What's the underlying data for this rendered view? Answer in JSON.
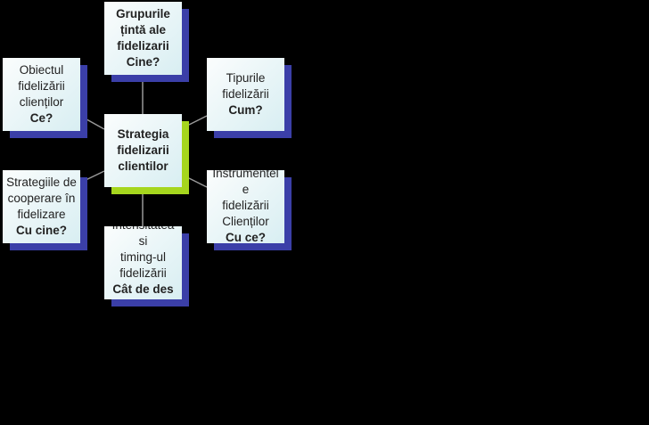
{
  "center": {
    "lines": [
      "Strategia",
      "fidelizarii",
      "clientilor"
    ]
  },
  "top": {
    "lines": [
      "Grupurile",
      "țintă ale",
      "fidelizarii"
    ],
    "question": "Cine?"
  },
  "left_top": {
    "lines": [
      "Obiectul",
      "fidelizării",
      "clienților"
    ],
    "question": "Ce?"
  },
  "right_top": {
    "lines": [
      "Tipurile",
      "fidelizării"
    ],
    "question": "Cum?"
  },
  "left_bottom": {
    "lines": [
      "Strategiile de",
      "cooperare în",
      "fidelizare"
    ],
    "question": "Cu cine?"
  },
  "right_bottom": {
    "lines": [
      "Instrumentel",
      "e",
      "fidelizării",
      "Clienților"
    ],
    "question": "Cu ce?"
  },
  "bottom": {
    "lines": [
      "Intensitatea",
      "si",
      "timing-ul",
      "fidelizării"
    ],
    "question": "Cât de des"
  }
}
